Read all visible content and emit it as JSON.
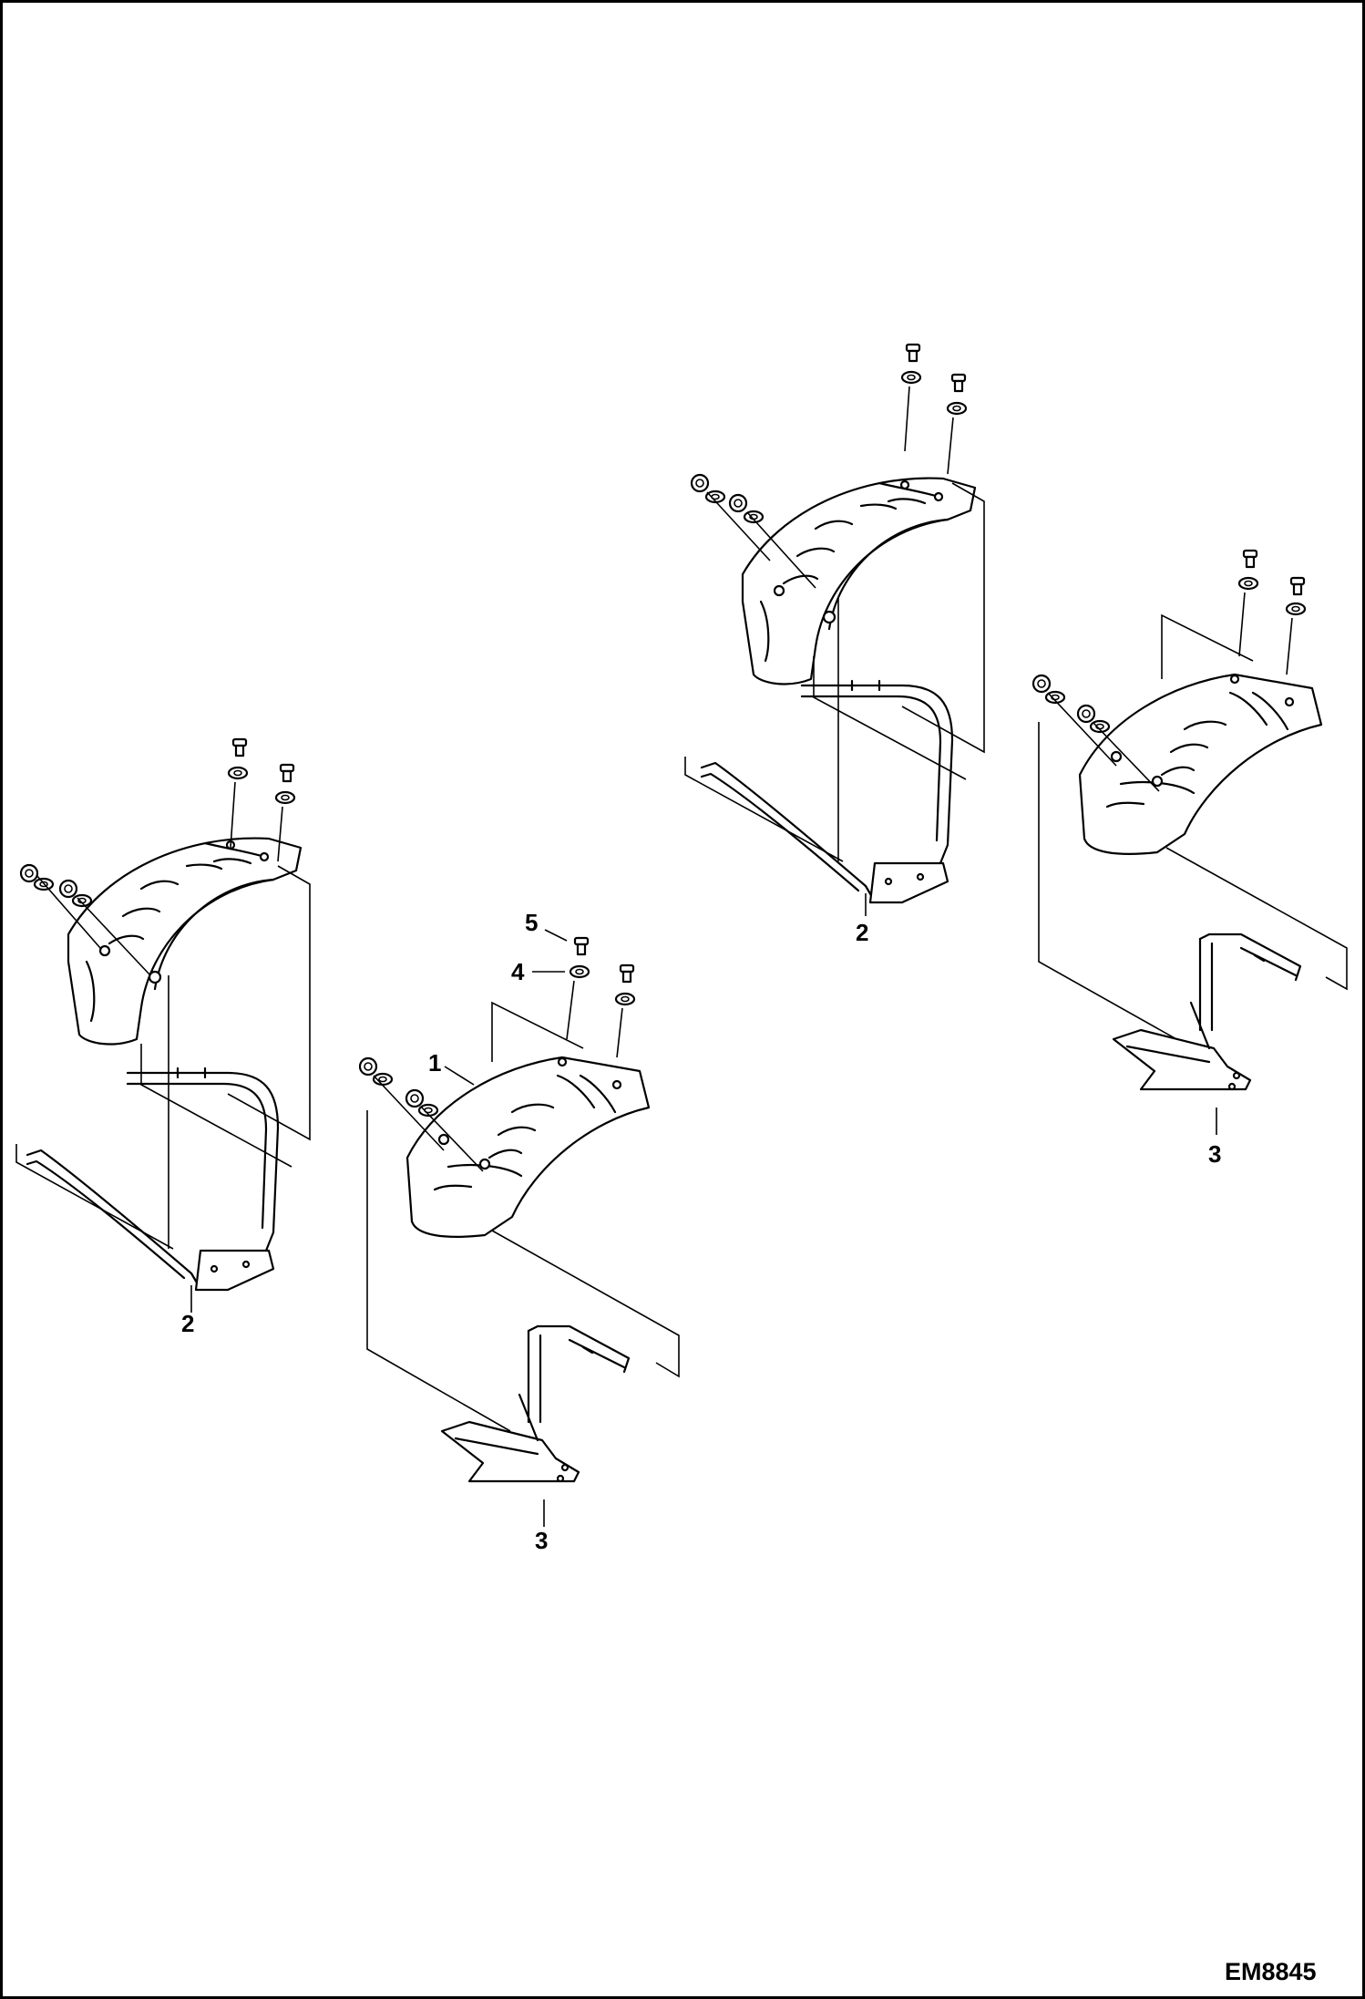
{
  "figure_code": "EM8845",
  "callouts": {
    "c1": "1",
    "c2a": "2",
    "c2b": "2",
    "c3a": "3",
    "c3b": "3",
    "c4": "4",
    "c5": "5"
  },
  "colors": {
    "line": "#000000",
    "background": "#ffffff"
  }
}
